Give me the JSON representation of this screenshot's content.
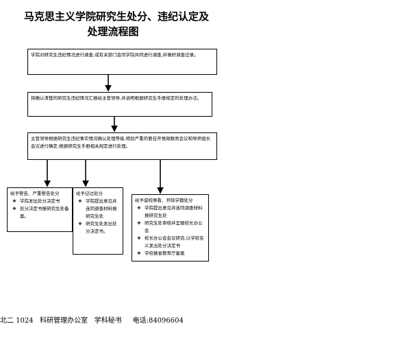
{
  "title": {
    "line1": "马克思主义学院研究生处分、违纪认定及",
    "line2": "处理流程图"
  },
  "steps": [
    {
      "text": "学院对研究生违纪情况进行调查,或有关部门会同学院共同进行调查,并做好调查记录。"
    },
    {
      "text": "将确认清楚的研究生违纪情况汇报给主管领导,并说明根据研究生手册规定的处理办法。"
    },
    {
      "text": "主管领导根据研究生违纪事实情况确认处理等级,特别严重的要召开党政联席会议和导师组长会议进行确定,根据研究生手册相关规定进行处理。"
    }
  ],
  "branches": [
    {
      "title": "给予警告、严重警告处分",
      "items": [
        "学院发出处分决定书",
        "处分决定书报研究生处备案。"
      ]
    },
    {
      "title": "给予记过处分",
      "items": [
        "学院提出意见并连同调查材料报研究生处",
        "研究生处发出处分决定书。"
      ]
    },
    {
      "title": "给予留校察看、开除学籍处分",
      "items": [
        "学院提出意见并连同调查材料报研究生处",
        "研究生处审核并呈报校长办公会",
        "校长办公会会议研究,以学校名义发出处分决定书",
        "学校报省教育厅备案"
      ]
    }
  ],
  "bullet_symbol": "❖",
  "footer": "北二 1024   科研管理办公室   学科秘书     电话:84096604"
}
